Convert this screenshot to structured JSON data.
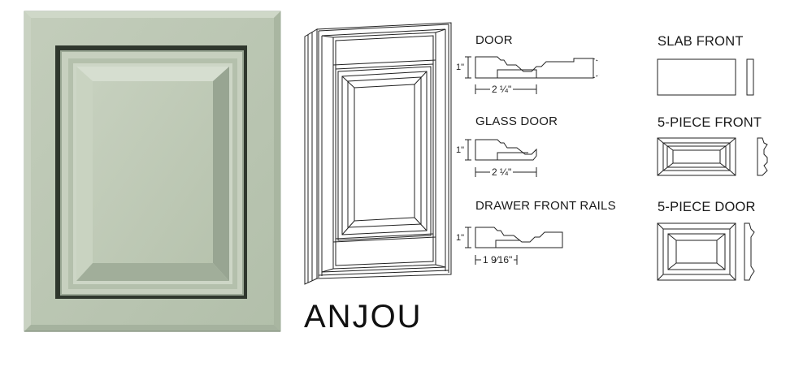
{
  "colors": {
    "door_face": "#bac6b2",
    "door_light": "#d2dbcb",
    "door_dark": "#7f8c79",
    "door_shadow": "#2e352c",
    "line": "#222222"
  },
  "product_name": "ANJOU",
  "profiles": {
    "door": {
      "label": "DOOR",
      "height": "1\"",
      "width": "2 ¼\""
    },
    "glass_door": {
      "label": "GLASS DOOR",
      "height": "1\"",
      "width": "2 ¼\""
    },
    "drawer_front_rails": {
      "label": "DRAWER FRONT RAILS",
      "height": "1\"",
      "width": "1 9⁄16\""
    }
  },
  "fronts": {
    "slab_front": {
      "label": "SLAB FRONT"
    },
    "five_piece_front": {
      "label": "5-PIECE FRONT"
    },
    "five_piece_door": {
      "label": "5-PIECE DOOR"
    }
  }
}
